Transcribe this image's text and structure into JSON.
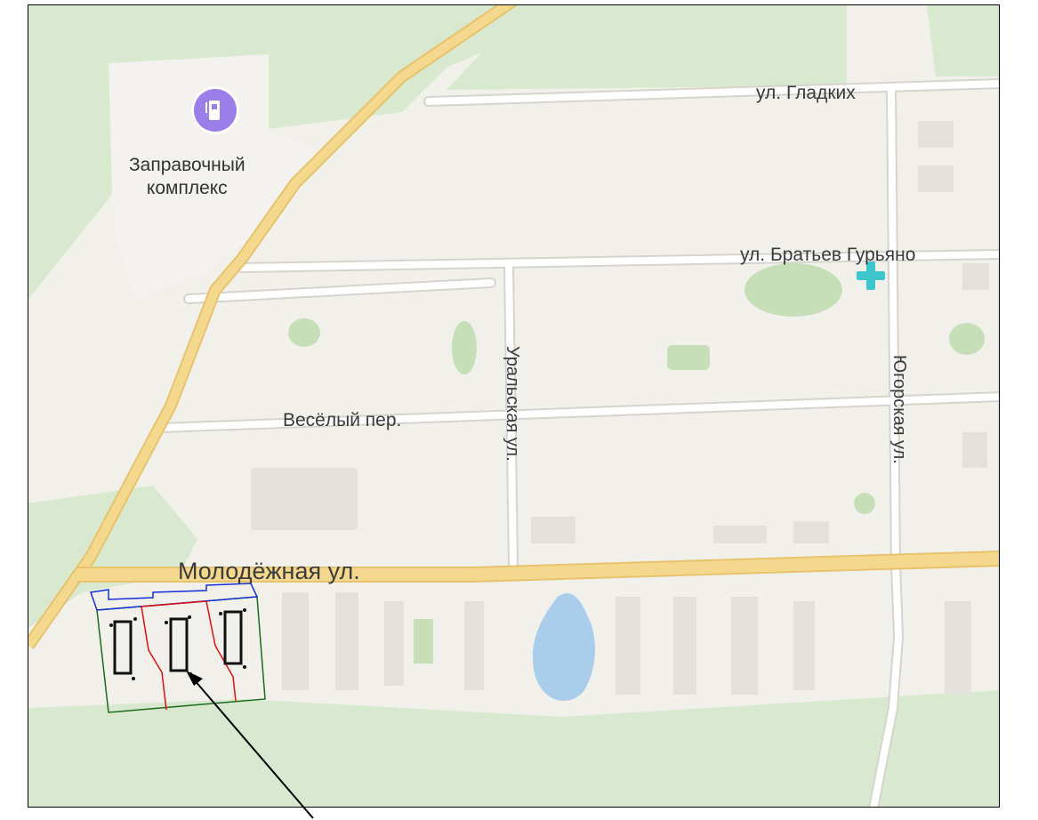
{
  "map": {
    "colors": {
      "background": "#f1f0ea",
      "forest": "#d8e9cf",
      "park": "#c6dfb9",
      "water": "#a9cdea",
      "highway": "#f4d88e",
      "highway_edge": "#e7c36e",
      "street": "#ffffff",
      "building": "#e2e1dc",
      "fuel_poi": "#9b7ee8",
      "medical_poi": "#3ec6cf",
      "plot_outer": "#1e6b1e",
      "plot_inner": "#e01010",
      "plot_top": "#1530d8"
    },
    "streets": {
      "gladkikh": "ул. Гладких",
      "bratev_guryanovykh": "ул. Братьев Гурьяно",
      "vesely": "Весёлый пер.",
      "uralskaya": "Уральская ул.",
      "yugorskaya": "Югорская ул.",
      "molodezhnaya": "Молодёжная ул."
    },
    "pois": {
      "fuel_line1": "Заправочный",
      "fuel_line2": "комплекс",
      "fuel_icon": "fuel-pump-icon",
      "medical_icon": "medical-cross-icon"
    },
    "annotation": {
      "pointer_icon": "pointer-arrow-icon"
    }
  }
}
